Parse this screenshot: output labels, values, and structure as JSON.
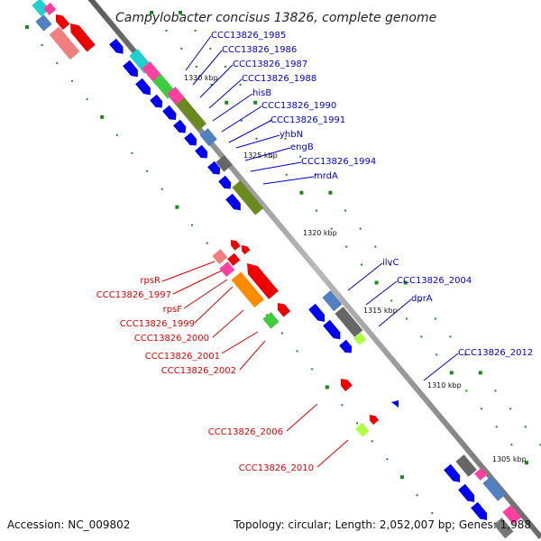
{
  "title": "Campylobacter concisus 13826, complete genome",
  "accession": "Accession: NC_009802",
  "summary": "Topology: circular; Length: 2,052,007 bp; Genes: 1,988",
  "colors": {
    "forward_label": "#0000cc",
    "reverse_label": "#dd0000",
    "backbone": "#808080",
    "tick": "#1a8a1a"
  },
  "scale_labels": [
    "1330 kbp",
    "1325 kbp",
    "1320 kbp",
    "1315 kbp",
    "1310 kbp",
    "1305 kbp"
  ],
  "forward_genes": [
    "CCC13826_1985",
    "CCC13826_1986",
    "CCC13826_1987",
    "CCC13826_1988",
    "hisB",
    "CCC13826_1990",
    "CCC13826_1991",
    "yhbN",
    "engB",
    "CCC13826_1994",
    "mrdA",
    "ilvC",
    "CCC13826_2004",
    "dprA",
    "CCC13826_2012"
  ],
  "reverse_genes": [
    "rpsR",
    "CCC13826_1997",
    "rpsF",
    "CCC13826_1999",
    "CCC13826_2000",
    "CCC13826_2001",
    "CCC13826_2002",
    "CCC13826_2006",
    "CCC13826_2010"
  ]
}
